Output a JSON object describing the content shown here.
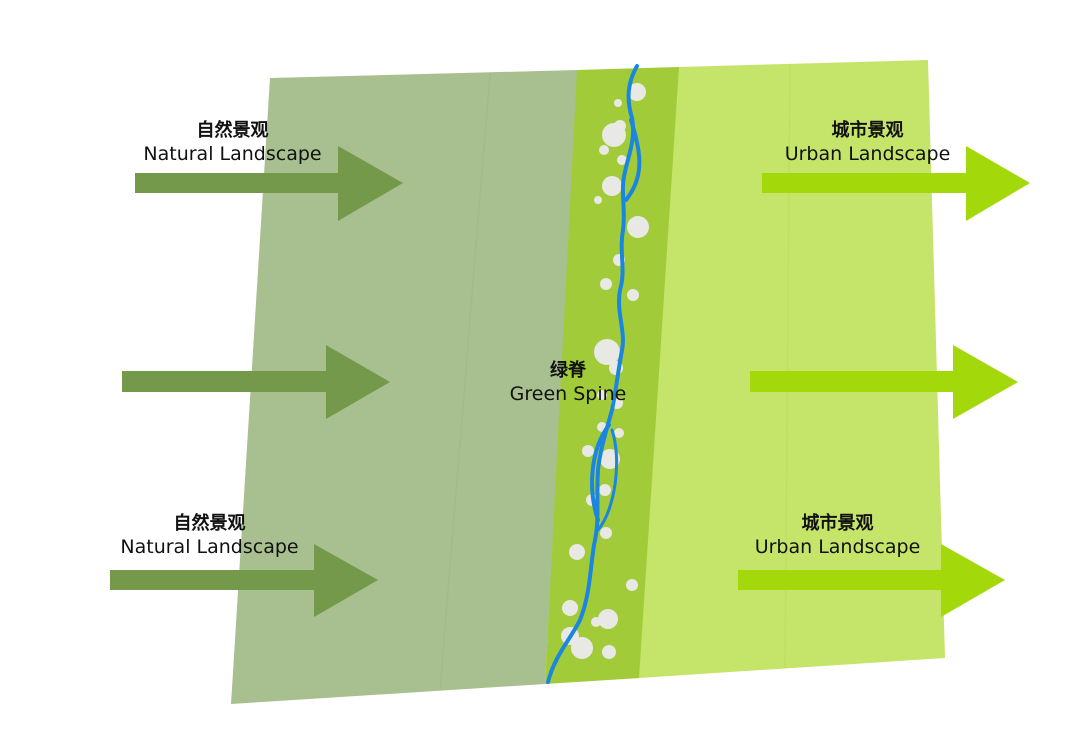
{
  "colors": {
    "natural_panel": "#a8c08f",
    "spine_band": "#a2cb3a",
    "urban_panel": "#c5e46a",
    "natural_arrow": "#74994a",
    "urban_arrow": "#a3d80a",
    "river": "#1a86e0",
    "pebble": "#e8e8e4"
  },
  "left_labels": [
    {
      "zh": "自然景观",
      "en": "Natural Landscape"
    },
    {
      "zh": "自然景观",
      "en": "Natural Landscape"
    }
  ],
  "center_label": {
    "zh": "绿脊",
    "en": "Green Spine"
  },
  "right_labels": [
    {
      "zh": "城市景观",
      "en": "Urban Landscape"
    },
    {
      "zh": "城市景观",
      "en": "Urban Landscape"
    }
  ],
  "arrows": {
    "left_count": 3,
    "right_count": 3,
    "direction": "right"
  }
}
